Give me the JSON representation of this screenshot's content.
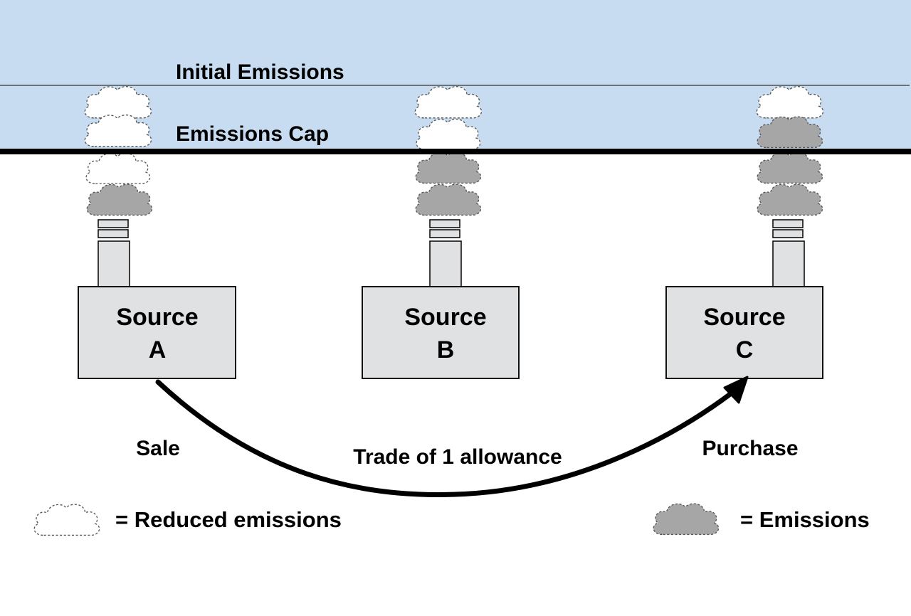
{
  "labels": {
    "initial": "Initial Emissions",
    "cap": "Emissions Cap",
    "sale": "Sale",
    "trade": "Trade of 1 allowance",
    "purchase": "Purchase"
  },
  "sources": [
    {
      "line1": "Source",
      "line2": "A",
      "reduced_clouds": 3,
      "emission_clouds": 1
    },
    {
      "line1": "Source",
      "line2": "B",
      "reduced_clouds": 2,
      "emission_clouds": 2
    },
    {
      "line1": "Source",
      "line2": "C",
      "reduced_clouds": 1,
      "emission_clouds": 3
    }
  ],
  "legend": {
    "reduced": "= Reduced emissions",
    "emissions": "= Emissions"
  },
  "colors": {
    "sky": "#c7dcf0",
    "factory": "#e0e1e2",
    "emission_cloud": "#a6a6a6",
    "reduced_cloud": "#ffffff",
    "cap_line": "#000000"
  }
}
